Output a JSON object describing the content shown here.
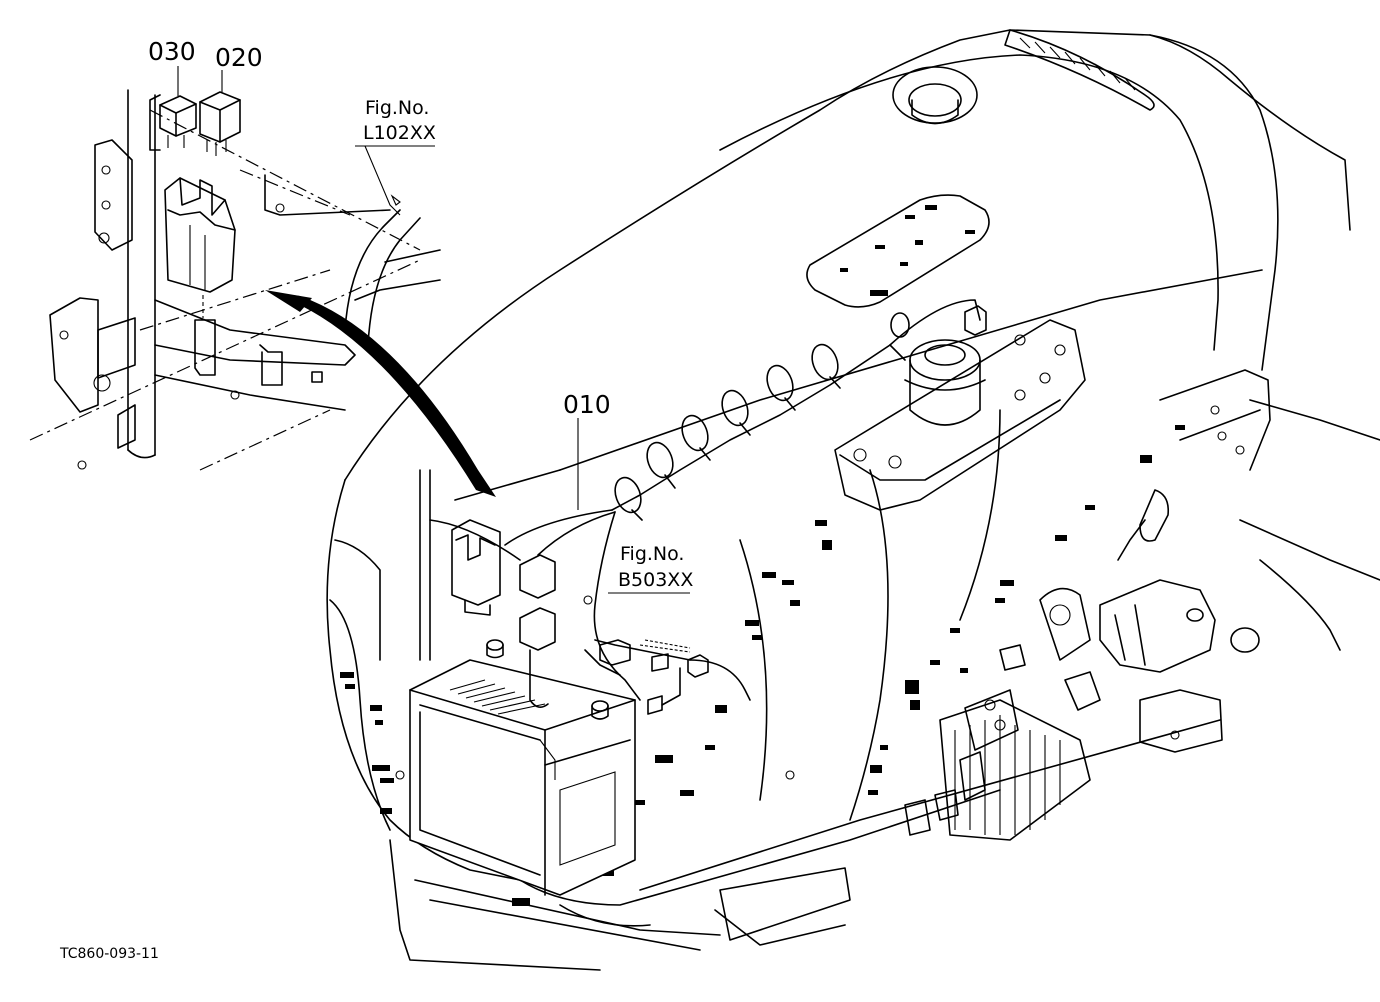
{
  "labels": {
    "part_010": "010",
    "part_020": "020",
    "part_030": "030",
    "fig_ref_1_title": "Fig.No.",
    "fig_ref_1_code": "L102XX",
    "fig_ref_2_title": "Fig.No.",
    "fig_ref_2_code": "B503XX",
    "drawing_code": "TC860-093-11"
  }
}
